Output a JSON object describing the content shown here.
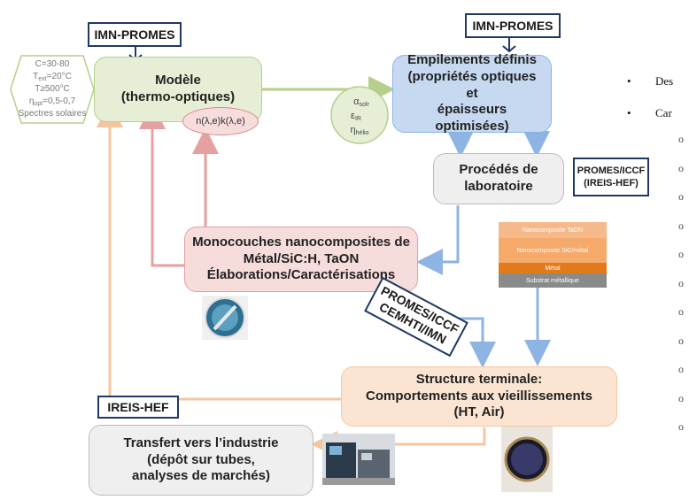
{
  "tags": {
    "imn_promes_left": "IMN-PROMES",
    "imn_promes_right": "IMN-PROMES",
    "promes_iccf_ireis": "PROMES/ICCF\n(IREIS-HEF)",
    "promes_iccf_cemhti": "PROMES/ICCF\nCEMHTI/IMN",
    "ireis_hef": "IREIS-HEF"
  },
  "nodes": {
    "modele": "Modèle\n(thermo-optiques)",
    "empilements": "Empilements définis\n(propriétés optiques et\népaisseurs optimisées)",
    "procedes": "Procédés de\nlaboratoire",
    "monocouches": "Monocouches nanocomposites de\nMétal/SiC:H, TaON\nÉlaborations/Caractérisations",
    "structure": "Structure terminale:\nComportements aux vieillissements\n(HT, Air)",
    "transfert": "Transfert vers l’industrie\n(dépôt sur tubes,\nanalyses de marchés)"
  },
  "conditions": [
    "C=30-80",
    "T_ext=20°C",
    "T≥500°C",
    "η_opt=0,5-0,7",
    "Spectres solaires"
  ],
  "nk_label": "n(λ,e)k(λ,e)",
  "optical_props": [
    "α_solr",
    "ε_IR",
    "η_hélio"
  ],
  "stack_layers": [
    "Nanocomposite TaON",
    "Nanocomposite SiC/métal",
    "Métal",
    "Substrat métallique"
  ],
  "bullets": [
    "Des",
    "Car"
  ],
  "sub_bullet_marker": "o",
  "sub_bullet_count": 11,
  "colors": {
    "green_box": "#e6efd6",
    "blue_box": "#c6d9f0",
    "grey_box": "#efefef",
    "pink_box": "#f6dcda",
    "peach_box": "#fbe5d2",
    "tag_border": "#1f3864",
    "arrow_blue": "#8eb4e3",
    "arrow_pink": "#e6a0a0",
    "arrow_peach": "#f6c5a0",
    "arrow_green": "#b6cf8a"
  }
}
